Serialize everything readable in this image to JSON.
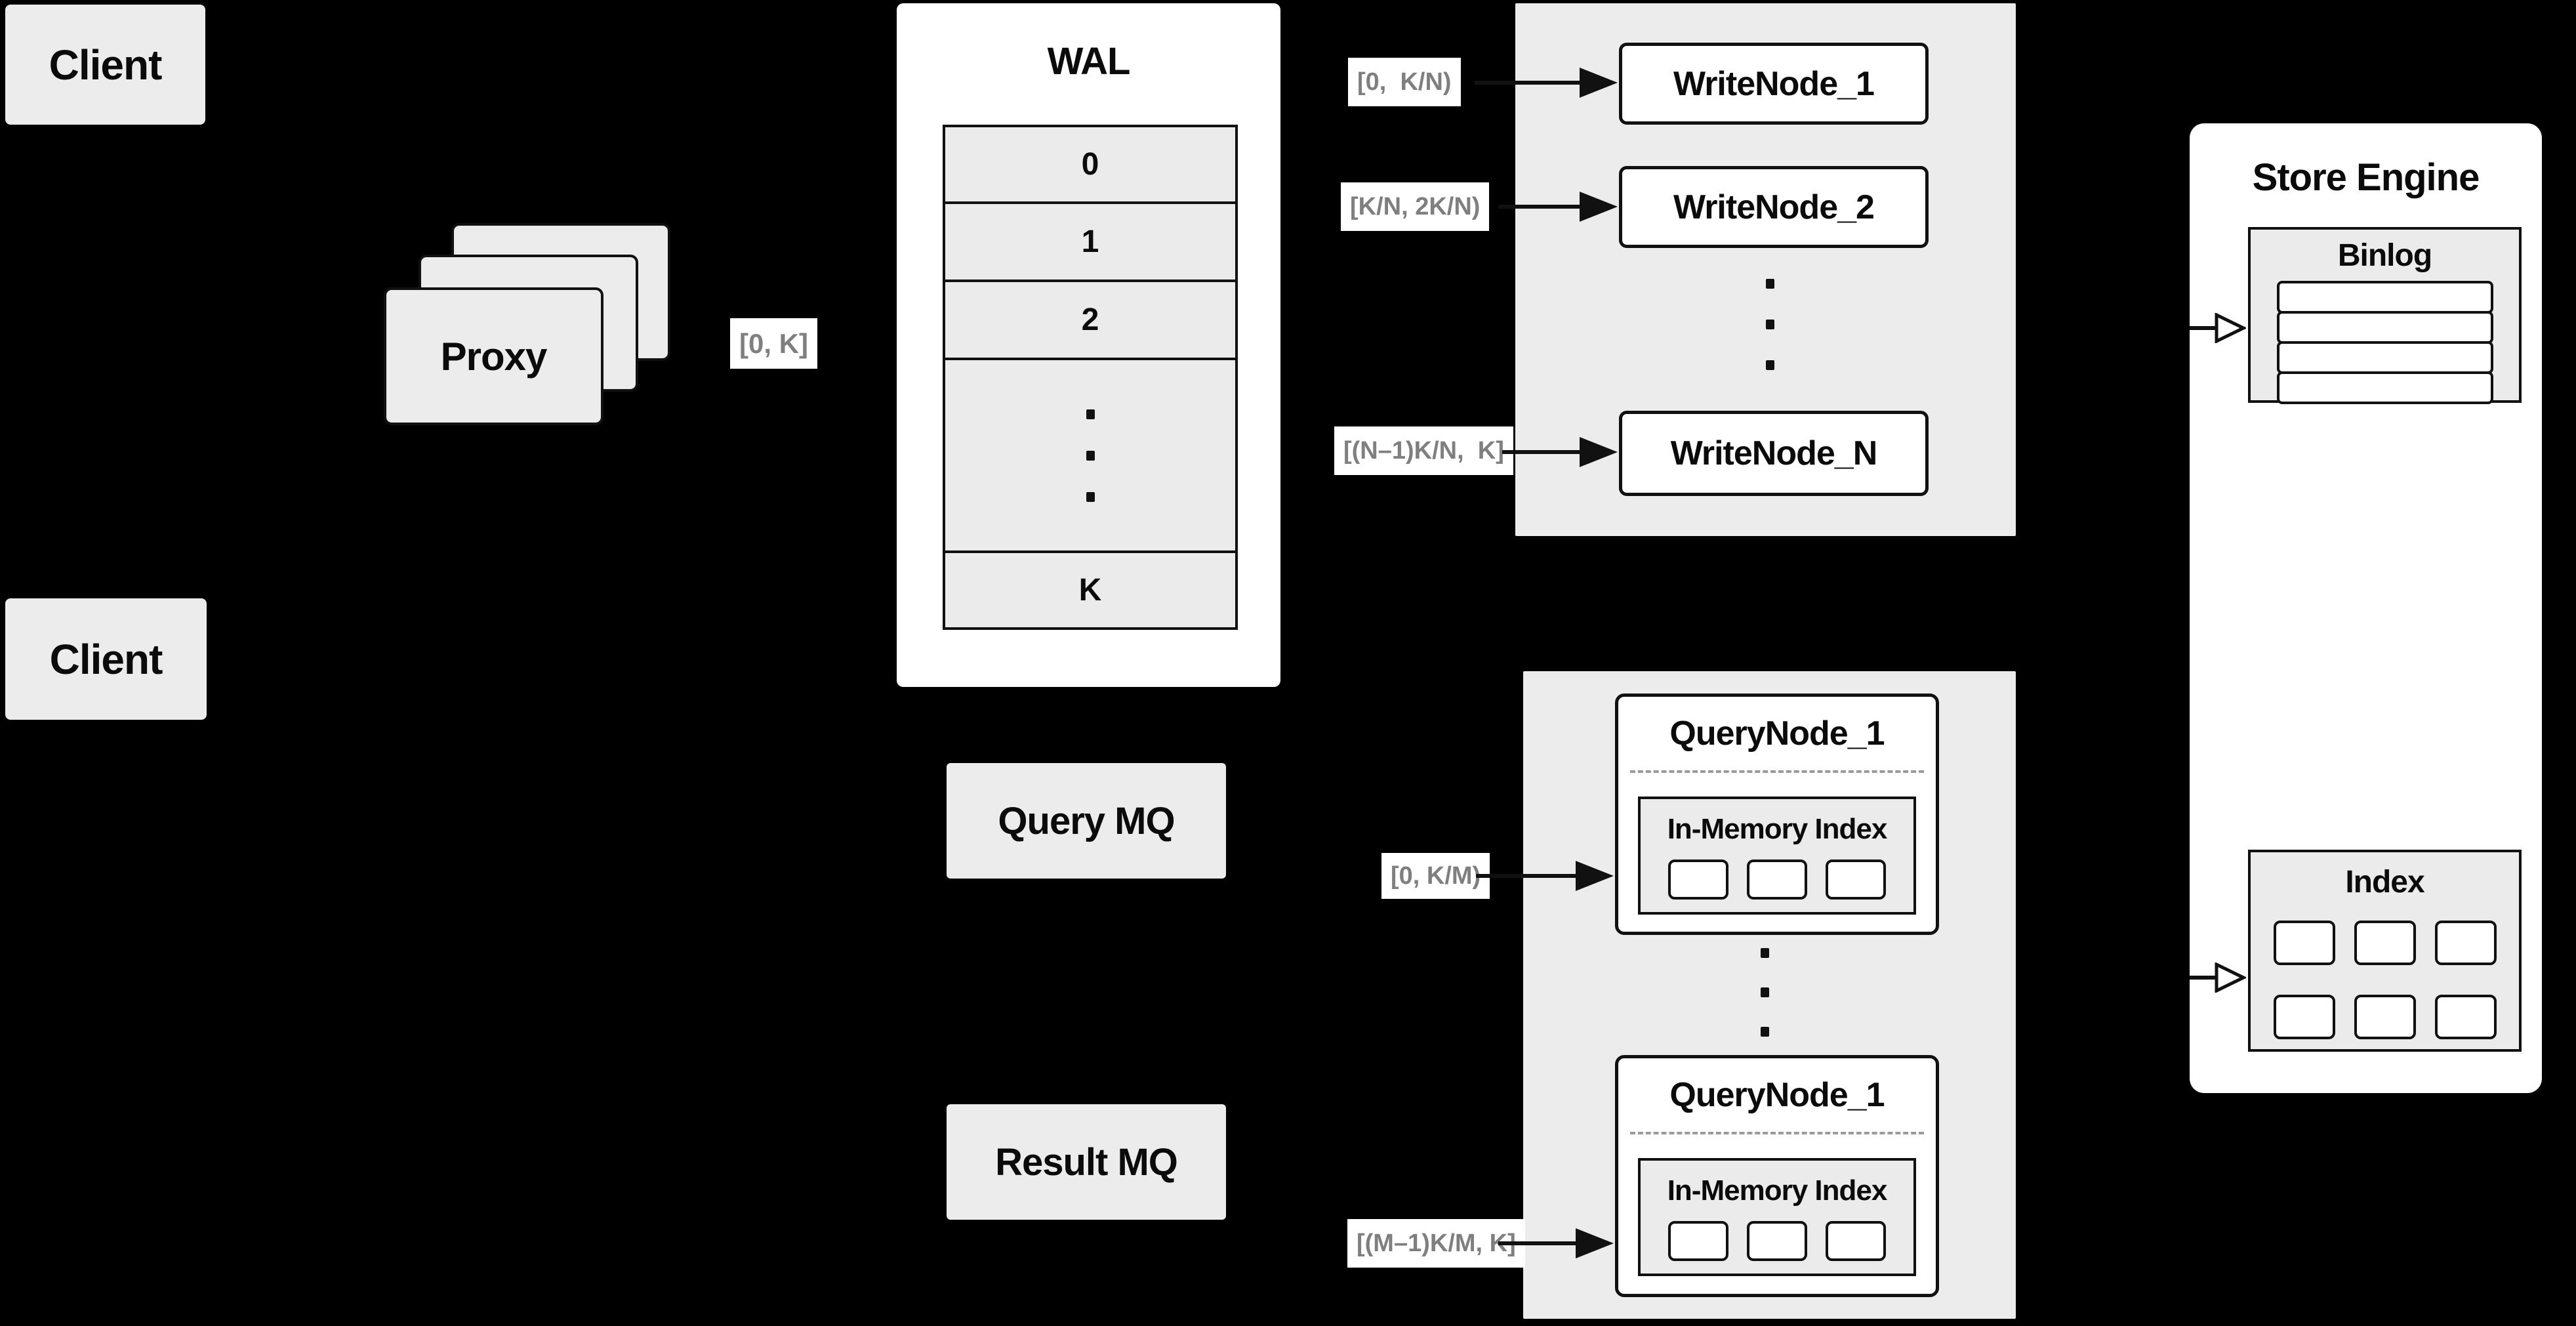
{
  "colors": {
    "background": "#000000",
    "panel_gray": "#ececec",
    "inner_gray": "#ebebeb",
    "box_fill": "#ffffff",
    "line": "#111111",
    "chip_text": "#7f7f7f",
    "divider": "#9a9a9a"
  },
  "clients": {
    "top": "Client",
    "bottom": "Client"
  },
  "proxy": {
    "label": "Proxy",
    "range": "[0, K]"
  },
  "wal": {
    "title": "WAL",
    "rows": [
      "0",
      "1",
      "2"
    ],
    "last_row": "K"
  },
  "write": {
    "nodes": [
      {
        "label": "WriteNode_1",
        "range": "[0,  K/N)"
      },
      {
        "label": "WriteNode_2",
        "range": "[K/N, 2K/N)"
      },
      {
        "label": "WriteNode_N",
        "range": "[(N–1)K/N,  K]"
      }
    ]
  },
  "query": {
    "query_mq": "Query MQ",
    "result_mq": "Result MQ",
    "nodes": [
      {
        "title": "QueryNode_1",
        "memory_title": "In-Memory Index",
        "range": "[0, K/M)"
      },
      {
        "title": "QueryNode_1",
        "memory_title": "In-Memory Index",
        "range": "[(M–1)K/M, K]"
      }
    ]
  },
  "store": {
    "title": "Store Engine",
    "binlog": "Binlog",
    "index": "Index"
  }
}
